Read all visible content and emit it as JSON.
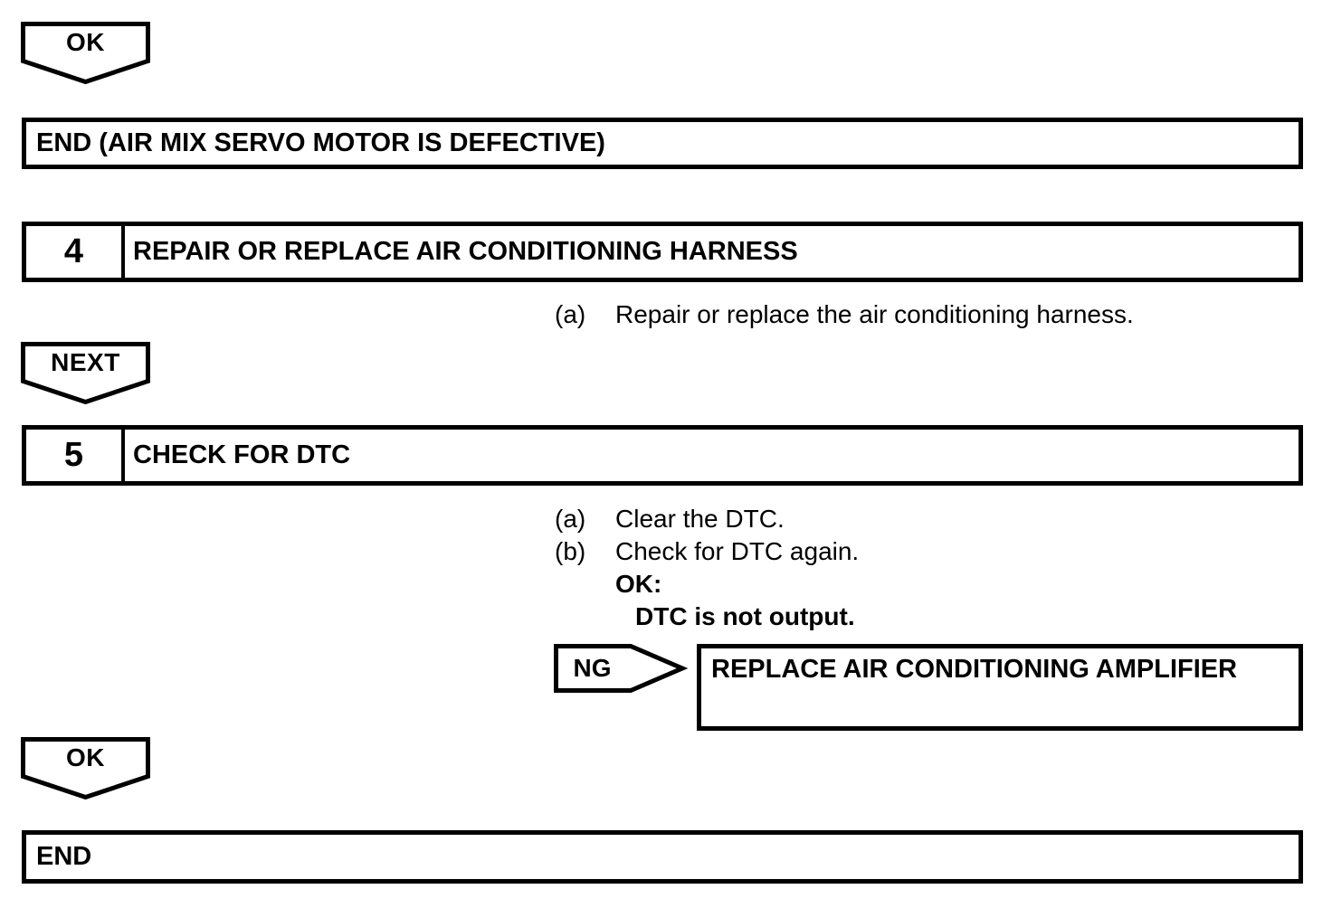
{
  "colors": {
    "ink": "#000000",
    "paper": "#ffffff"
  },
  "flowchart": {
    "ok_connector_top": {
      "label": "OK"
    },
    "end_defective_box": {
      "label": "END (AIR MIX SERVO MOTOR IS DEFECTIVE)"
    },
    "step4": {
      "number": "4",
      "title": "REPAIR OR REPLACE AIR CONDITIONING HARNESS",
      "instructions": [
        {
          "marker": "(a)",
          "text": "Repair or replace the air conditioning harness."
        }
      ]
    },
    "next_connector": {
      "label": "NEXT"
    },
    "step5": {
      "number": "5",
      "title": "CHECK FOR DTC",
      "instructions": [
        {
          "marker": "(a)",
          "text": "Clear the DTC."
        },
        {
          "marker": "(b)",
          "text": "Check for DTC again."
        }
      ],
      "ok_condition": {
        "label": "OK:",
        "result": "DTC is not output."
      }
    },
    "ng_branch": {
      "connector_label": "NG",
      "action_box": "REPLACE AIR CONDITIONING AMPLIFIER"
    },
    "ok_connector_bottom": {
      "label": "OK"
    },
    "end_box": {
      "label": "END"
    }
  }
}
